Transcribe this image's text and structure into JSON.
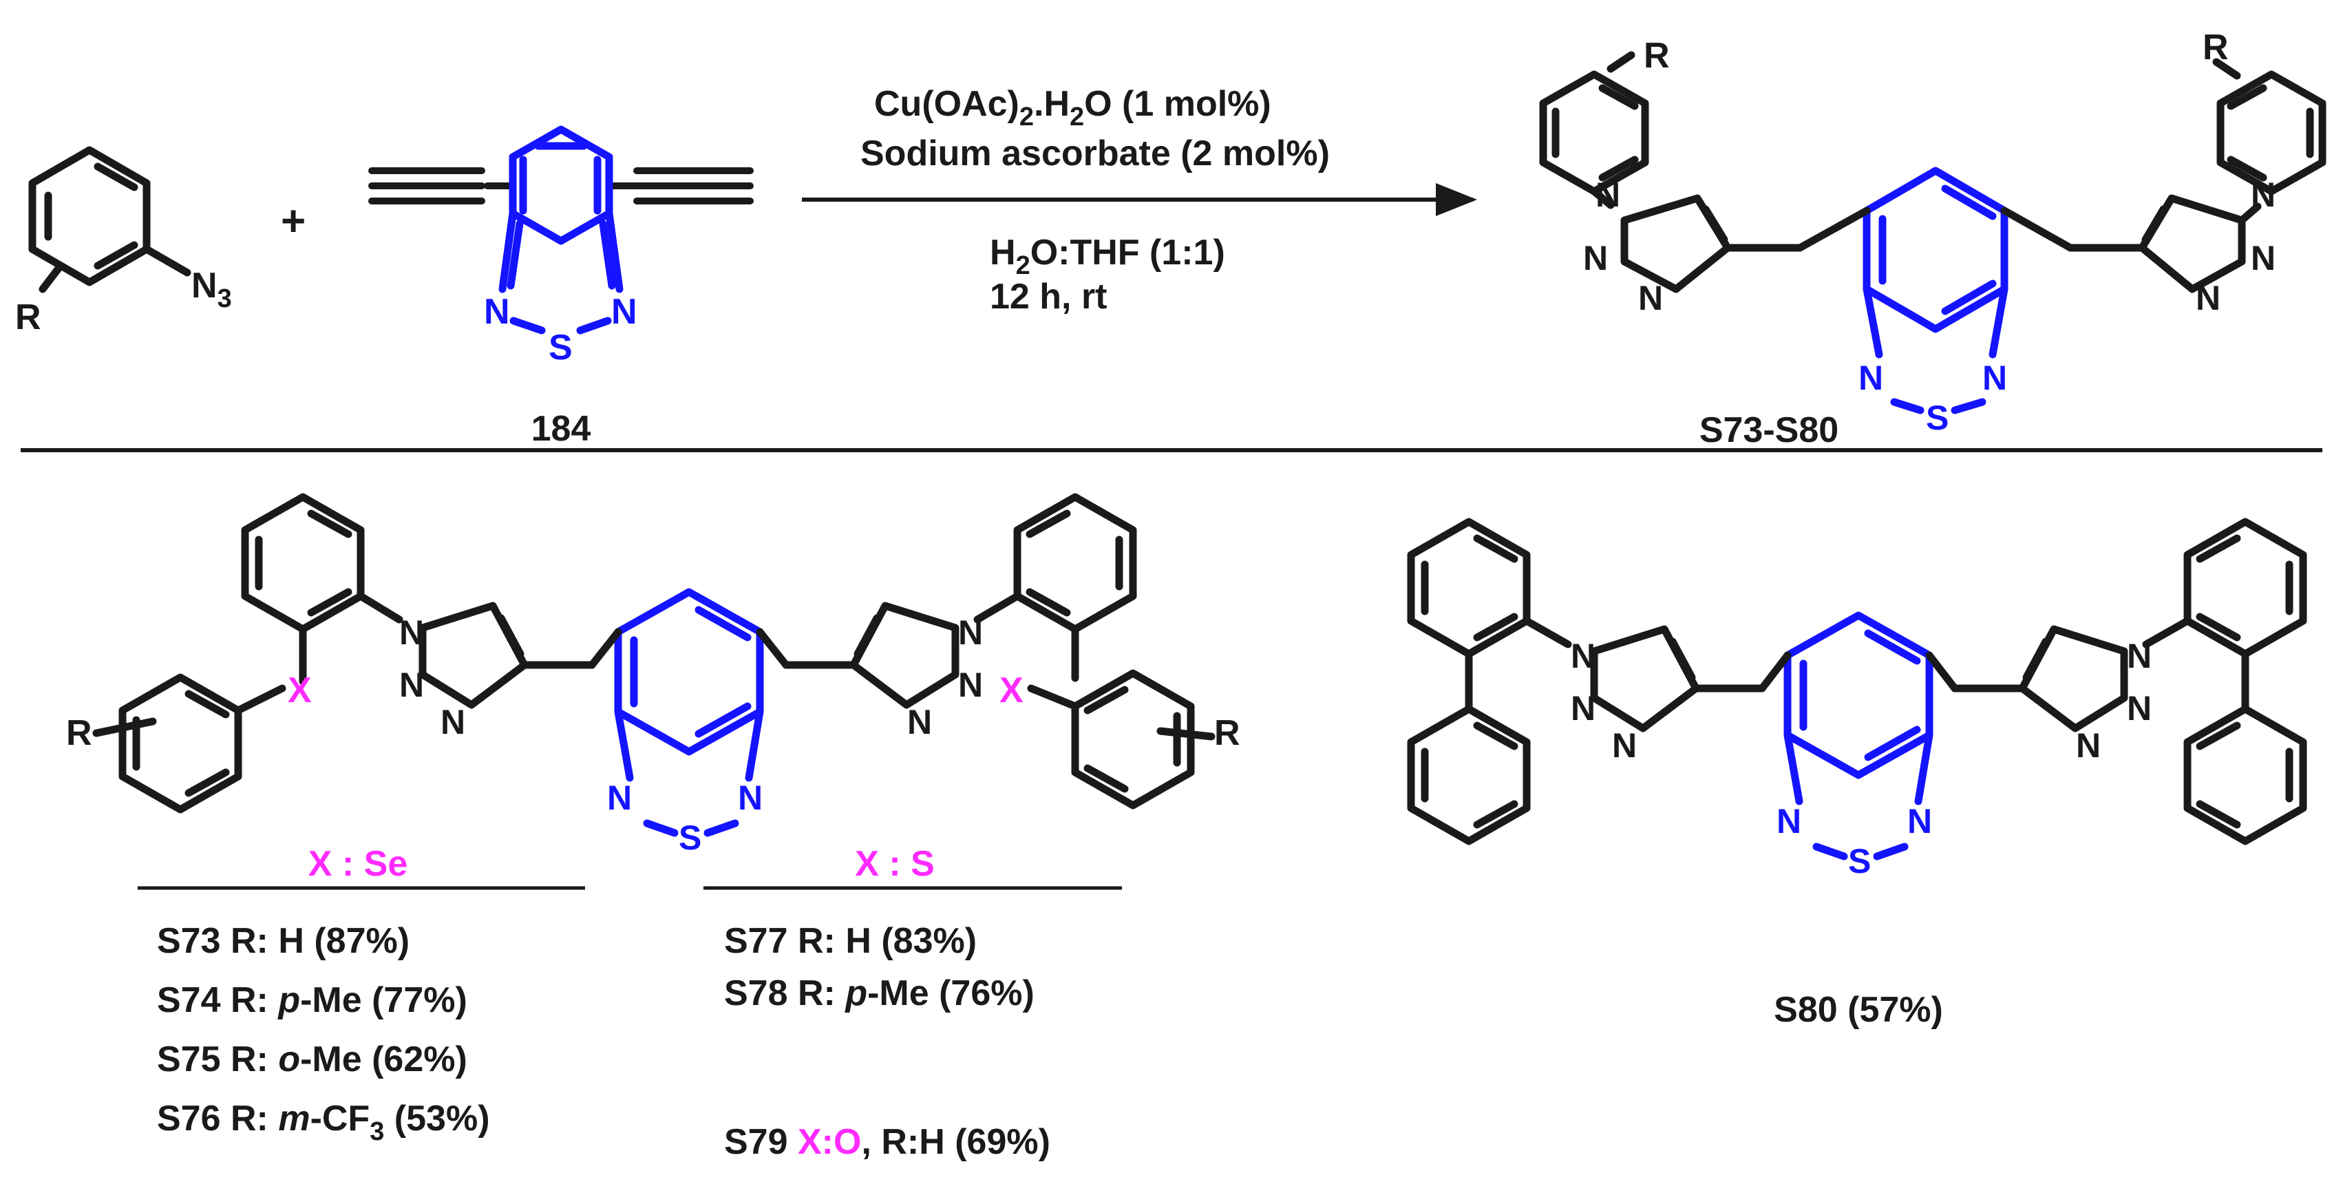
{
  "colors": {
    "bond": "#1a1a1a",
    "benzothiadiazole": "#1414ff",
    "heteroatom_x": "#ff2bff"
  },
  "reactants": {
    "azide_r": "R",
    "azide_group": "N",
    "azide_sub": "3",
    "plus": "+",
    "core_compound_number": "184",
    "atom_n": "N",
    "atom_s": "S"
  },
  "conditions": {
    "catalyst_a": "Cu(OAc)",
    "catalyst_sub": "2",
    "catalyst_b": ".H",
    "catalyst_sub2": "2",
    "catalyst_c": "O (1 mol%)",
    "reductant": "Sodium ascorbate (2 mol%)",
    "solvent_a": "H",
    "solvent_sub": "2",
    "solvent_b": "O:THF (1:1)",
    "time_temp": "12 h, rt"
  },
  "product": {
    "label": "S73-S80",
    "substituent_r": "R"
  },
  "group_se": {
    "header": "X : Se",
    "entries": [
      {
        "id": "S73",
        "r_label": "R:",
        "r_italic": "",
        "r_value": "H",
        "yield": "(87%)"
      },
      {
        "id": "S74",
        "r_label": "R:",
        "r_italic": "p",
        "r_value": "-Me",
        "yield": "(77%)"
      },
      {
        "id": "S75",
        "r_label": "R:",
        "r_italic": "o",
        "r_value": "-Me",
        "yield": "(62%)"
      },
      {
        "id": "S76",
        "r_label": "R:",
        "r_italic": "m",
        "r_value": "-CF",
        "r_sub": "3",
        "yield": "(53%)"
      }
    ]
  },
  "group_s": {
    "header": "X : S",
    "entries": [
      {
        "id": "S77",
        "r_label": "R:",
        "r_italic": "",
        "r_value": "H",
        "yield": "(83%)"
      },
      {
        "id": "S78",
        "r_label": "R:",
        "r_italic": "p",
        "r_value": "-Me",
        "yield": "(76%)"
      }
    ]
  },
  "s79": {
    "id": "S79",
    "x": "X:O",
    "rest": ", R:H (69%)"
  },
  "s80": {
    "label": "S80 (57%)"
  },
  "structure_atoms": {
    "x": "X",
    "r": "R",
    "n": "N",
    "s": "S"
  }
}
